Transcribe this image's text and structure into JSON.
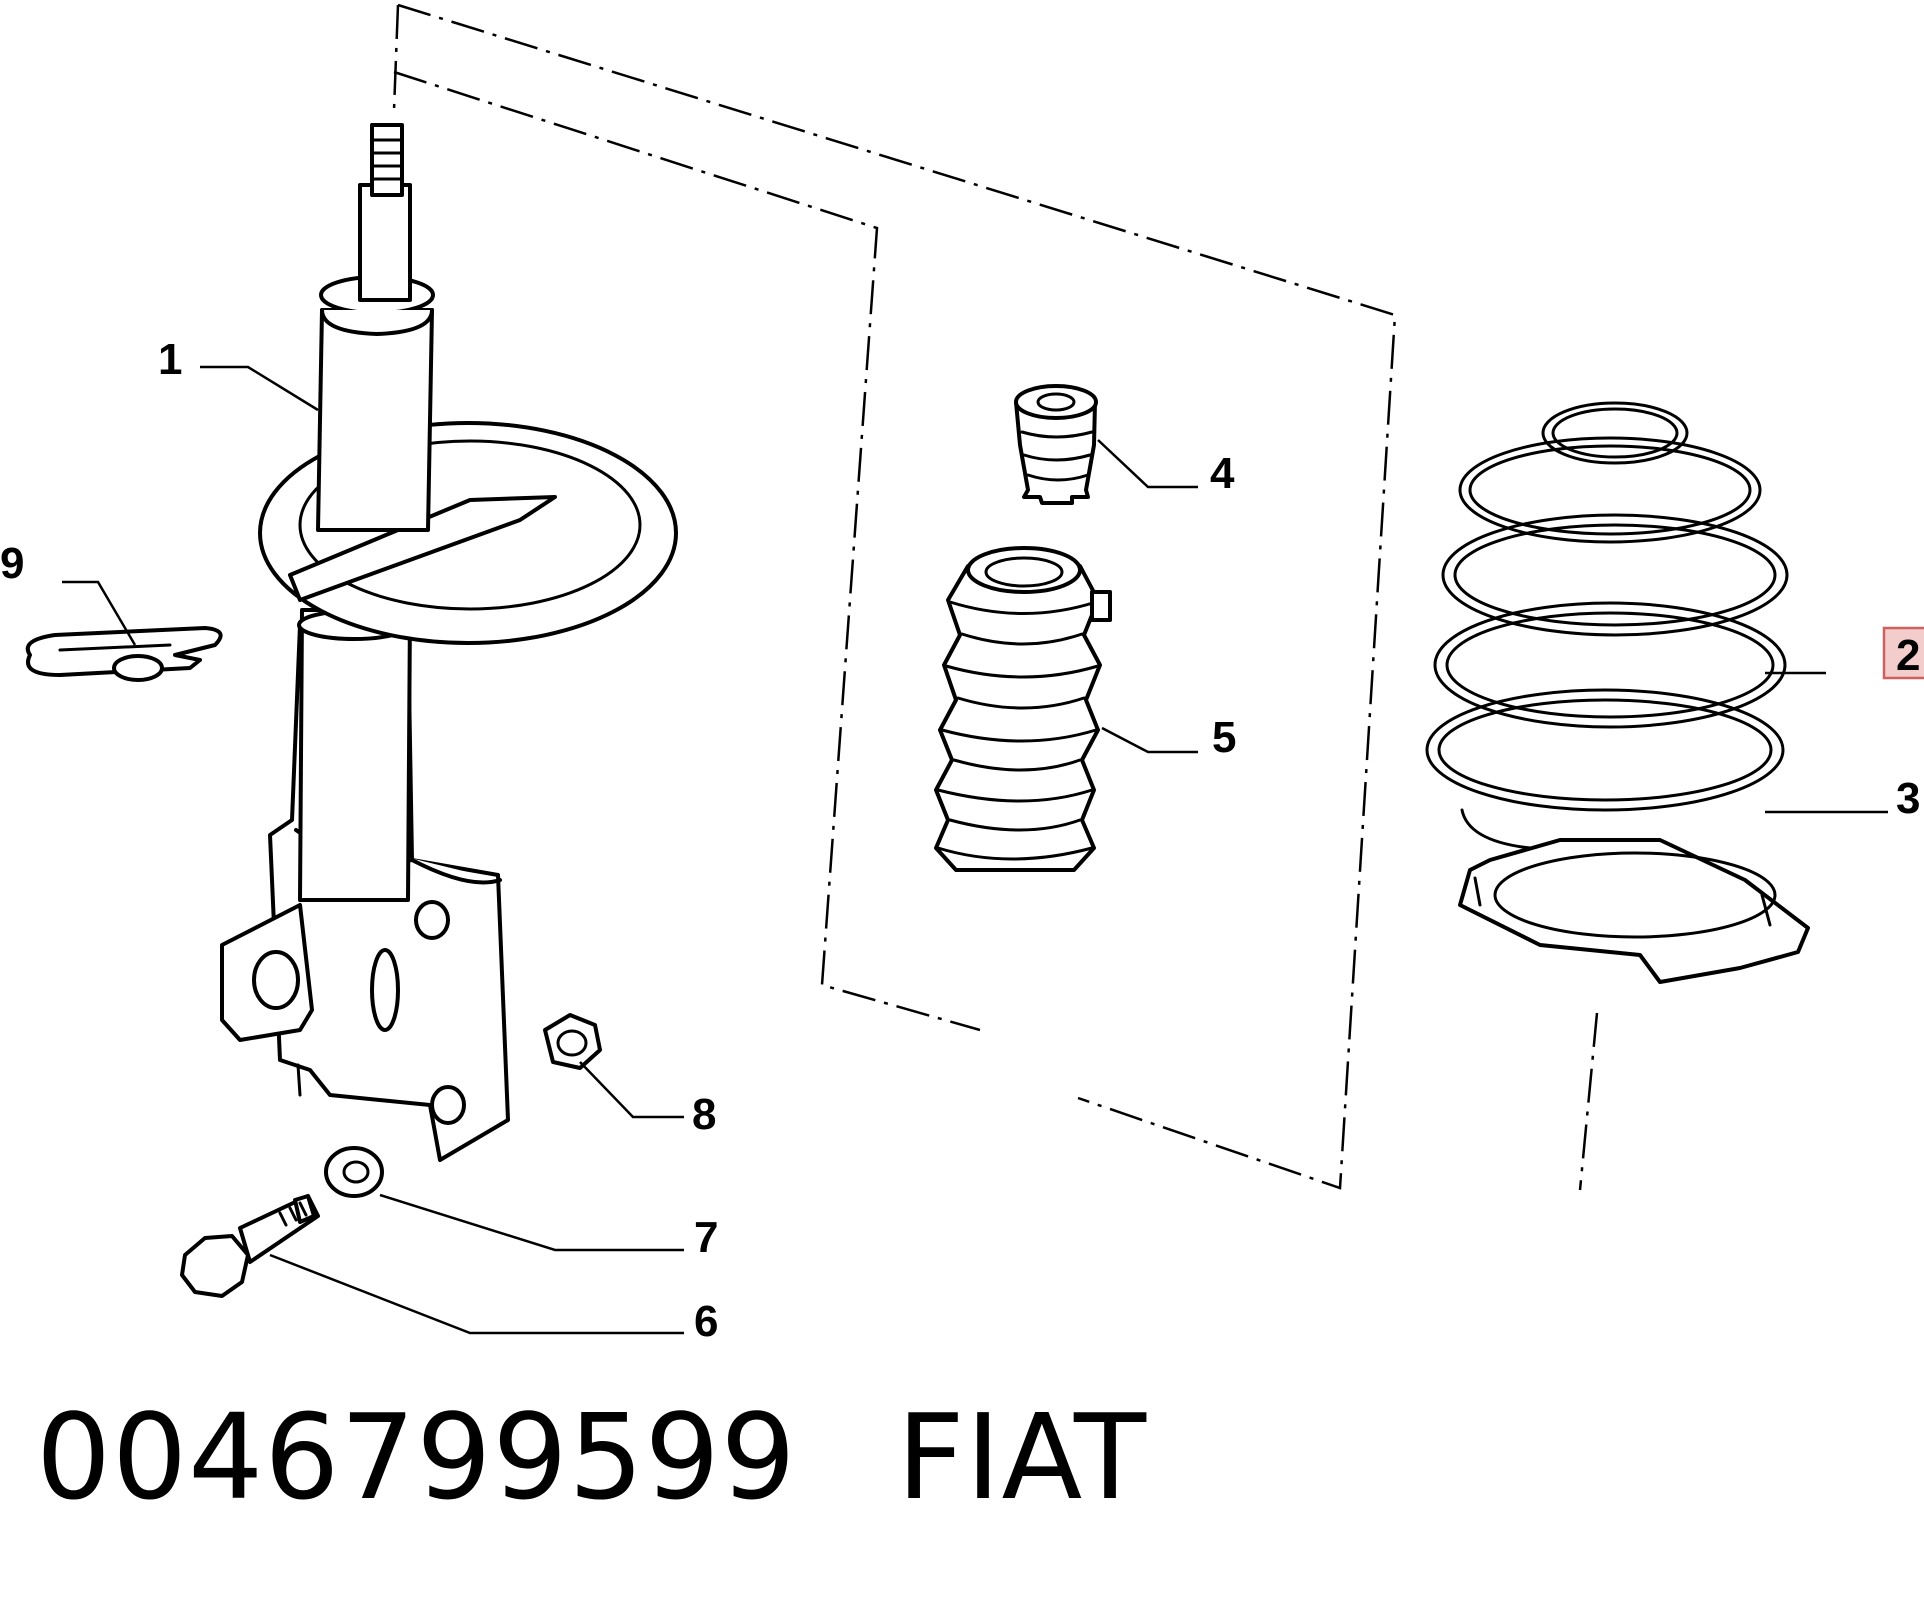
{
  "callouts": {
    "c1": "1",
    "c2": "2",
    "c3": "3",
    "c4": "4",
    "c5": "5",
    "c6": "6",
    "c7": "7",
    "c8": "8",
    "c9": "9"
  },
  "caption": {
    "part_number": "0046799599",
    "brand": "FIAT"
  },
  "colors": {
    "line": "#000000",
    "background": "#ffffff",
    "highlight_fill": "#f3cccc",
    "highlight_stroke": "#d06060"
  },
  "highlighted_callout": "2"
}
